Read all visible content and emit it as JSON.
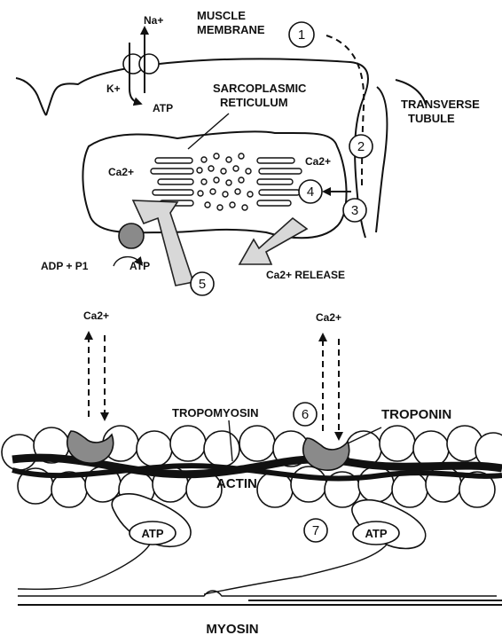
{
  "labels": {
    "muscle_membrane_1": "MUSCLE",
    "muscle_membrane_2": "MEMBRANE",
    "na": "Na+",
    "k": "K+",
    "atp_pump": "ATP",
    "sr_1": "SARCOPLASMIC",
    "sr_2": "RETICULUM",
    "tt_1": "TRANSVERSE",
    "tt_2": "TUBULE",
    "ca_left": "Ca2+",
    "ca_right": "Ca2+",
    "adp": "ADP + P1",
    "atp_uptake": "ATP",
    "ca_release": "Ca2+ RELEASE",
    "ca_down_left": "Ca2+",
    "ca_down_right": "Ca2+",
    "tropomyosin": "TROPOMYOSIN",
    "troponin": "TROPONIN",
    "actin": "ACTIN",
    "atp_head_left": "ATP",
    "atp_head_right": "ATP",
    "myosin": "MYOSIN"
  },
  "steps": [
    "1",
    "2",
    "3",
    "4",
    "5",
    "6",
    "7"
  ],
  "colors": {
    "line": "#111111",
    "troponin_fill": "#8a8a8a",
    "arrow_fill": "#d8d8d8"
  }
}
